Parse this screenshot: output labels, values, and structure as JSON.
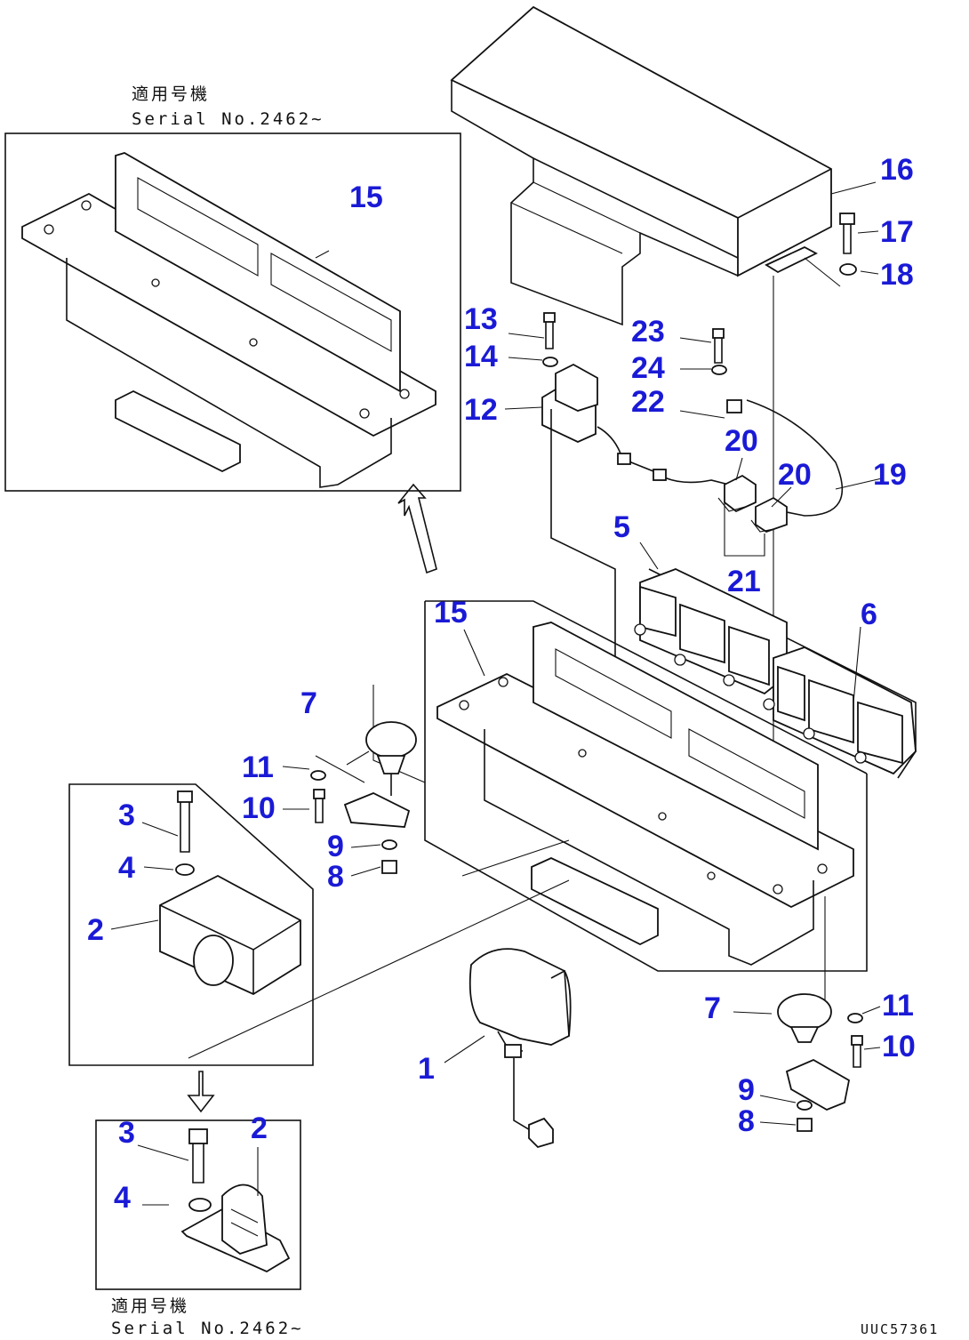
{
  "notes": {
    "top_jp": "適用号機",
    "top_serial": "Serial No.2462~",
    "bottom_jp": "適用号機",
    "bottom_serial": "Serial No.2462~",
    "drawing_code": "UUC57361"
  },
  "callouts": {
    "c1": "1",
    "c2a": "2",
    "c2b": "2",
    "c3a": "3",
    "c3b": "3",
    "c4a": "4",
    "c4b": "4",
    "c5": "5",
    "c6": "6",
    "c7a": "7",
    "c7b": "7",
    "c8a": "8",
    "c8b": "8",
    "c9a": "9",
    "c9b": "9",
    "c10a": "10",
    "c10b": "10",
    "c11a": "11",
    "c11b": "11",
    "c12": "12",
    "c13": "13",
    "c14": "14",
    "c15a": "15",
    "c15b": "15",
    "c16": "16",
    "c17": "17",
    "c18": "18",
    "c19": "19",
    "c20a": "20",
    "c20b": "20",
    "c21": "21",
    "c22": "22",
    "c23": "23",
    "c24": "24"
  },
  "colors": {
    "callout": "#1a1ad6",
    "line": "#111111"
  }
}
